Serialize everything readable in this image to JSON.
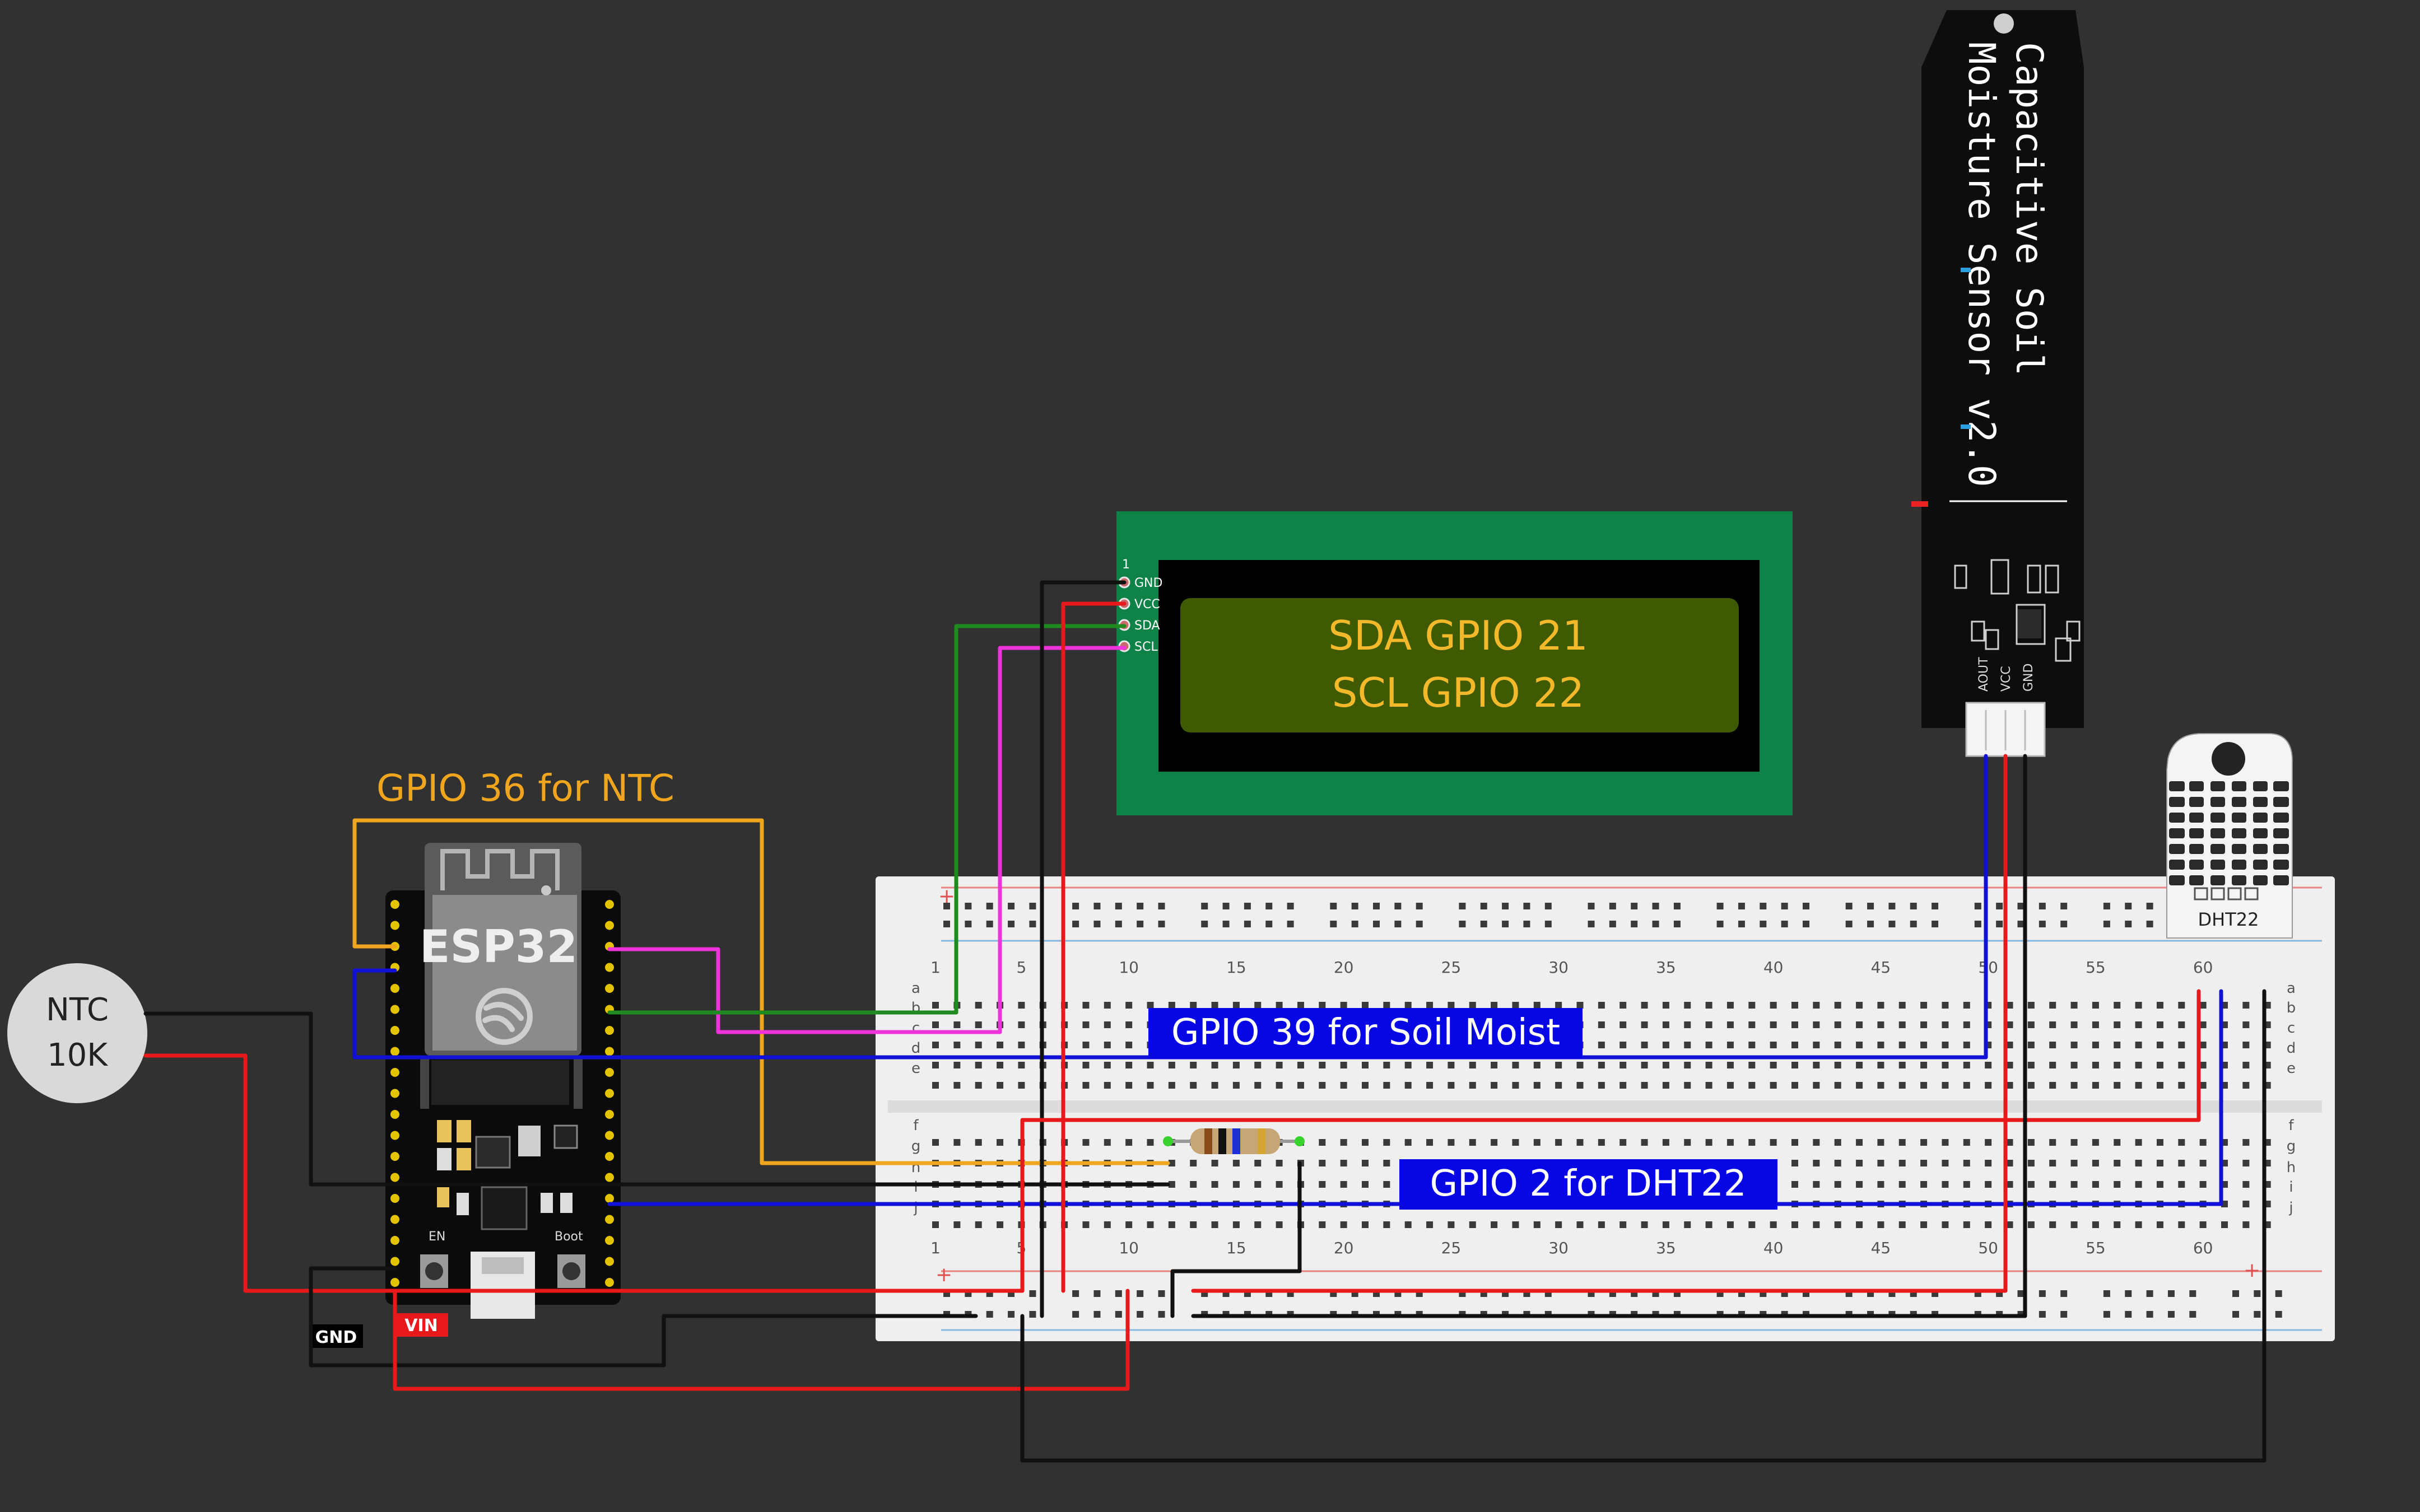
{
  "labels": {
    "ntc_gpio": "GPIO 36 for NTC",
    "soil_gpio": "GPIO 39 for Soil Moist",
    "dht_gpio": "GPIO 2 for DHT22"
  },
  "ntc": {
    "line1": "NTC",
    "line2": "10K"
  },
  "esp32": {
    "name": "ESP32",
    "gnd_tag": "GND",
    "vin_tag": "VIN",
    "en": "EN",
    "boot": "Boot"
  },
  "lcd": {
    "line1": "SDA GPIO 21",
    "line2": "SCL GPIO 22",
    "pin_index": "1",
    "pins": [
      "GND",
      "VCC",
      "SDA",
      "SCL"
    ]
  },
  "soil_sensor": {
    "title_line1": "Capacitive Soil",
    "title_line2": "Moisture Sensor v2.0",
    "pins": [
      "AOUT",
      "VCC",
      "GND"
    ]
  },
  "dht22": {
    "label": "DHT22"
  },
  "breadboard": {
    "columns_top": [
      "1",
      "5",
      "10",
      "15",
      "20",
      "25",
      "30",
      "35",
      "40",
      "45",
      "50",
      "55",
      "60"
    ],
    "columns_bottom": [
      "1",
      "5",
      "10",
      "15",
      "20",
      "25",
      "30",
      "35",
      "40",
      "45",
      "50",
      "55",
      "60"
    ],
    "rows_top": [
      "a",
      "b",
      "c",
      "d",
      "e"
    ],
    "rows_bottom": [
      "f",
      "g",
      "h",
      "i",
      "j"
    ],
    "rail_plus": "+"
  },
  "colors": {
    "background": "#313131",
    "wire_red": "#e8191b",
    "wire_black": "#111111",
    "wire_blue": "#1010d8",
    "wire_green": "#1f8a1f",
    "wire_magenta": "#ee33dd",
    "wire_orange": "#f0a51e",
    "lcd_board": "#0f8248",
    "lcd_screen": "#3f5a00",
    "lcd_text": "#f3b92a",
    "label_blue_bg": "#0707e6"
  }
}
